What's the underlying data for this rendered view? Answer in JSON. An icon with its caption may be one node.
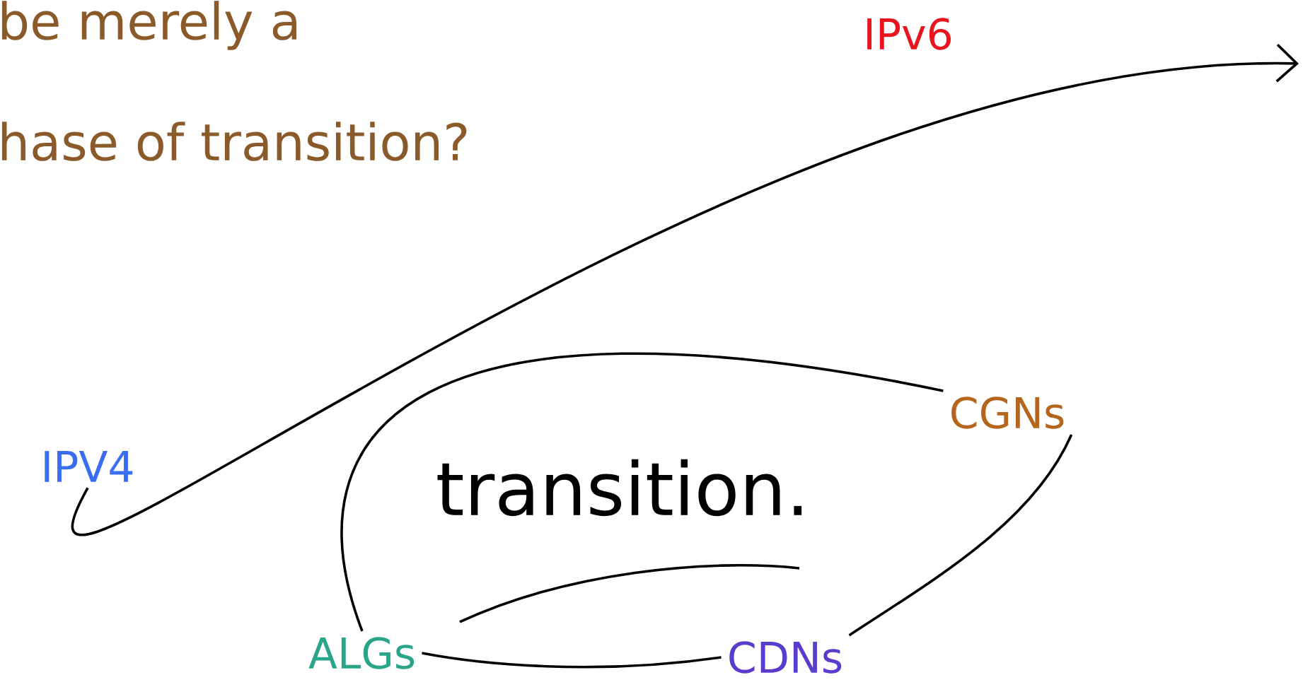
{
  "diagram": {
    "nodes": [
      {
        "text": [
          "IPV4"
        ]
      },
      {
        "text": [
          "IPv6"
        ]
      },
      {
        "text": [
          "CGNs"
        ]
      },
      {
        "text": [
          "ALGs"
        ]
      },
      {
        "text": [
          "CDNs"
        ]
      }
    ],
    "edges": [
      {
        "from": 0,
        "to": null,
        "arrow": "to"
      },
      {
        "from": 3,
        "to": 2,
        "arrow": "none"
      },
      {
        "from": 2,
        "to": 4,
        "arrow": "none"
      },
      {
        "from": 4,
        "to": 3,
        "arrow": "none"
      }
    ],
    "labels": [
      "be merely a",
      "hase of transition?",
      "transition."
    ]
  }
}
